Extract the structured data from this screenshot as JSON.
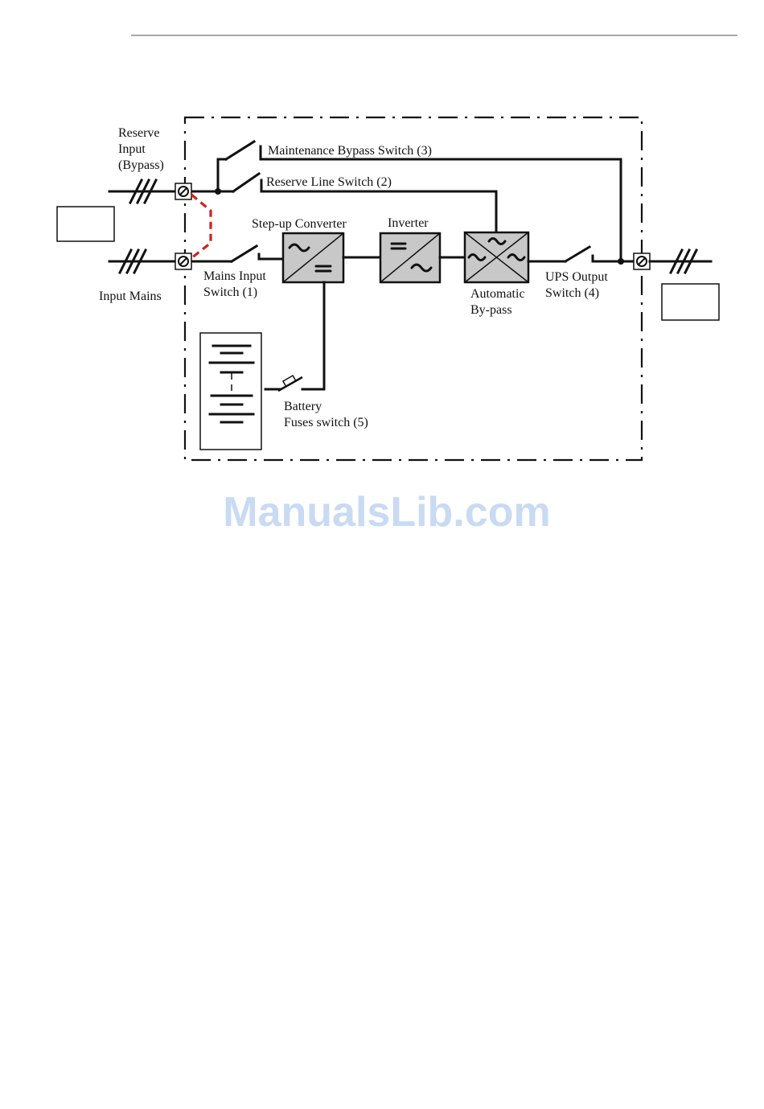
{
  "labels": {
    "reserve_input": [
      "Reserve",
      "Input",
      "(Bypass)"
    ],
    "input_mains": "Input Mains",
    "maintenance_bypass_switch": "Maintenance Bypass Switch (3)",
    "reserve_line_switch": "Reserve Line Switch (2)",
    "step_up_converter": "Step-up Converter",
    "inverter": "Inverter",
    "mains_input_switch": [
      "Mains Input",
      "Switch (1)"
    ],
    "automatic_bypass": [
      "Automatic",
      "By-pass"
    ],
    "ups_output_switch": [
      "UPS Output",
      "Switch (4)"
    ],
    "battery_fuses_switch": [
      "Battery",
      "Fuses switch (5)"
    ]
  },
  "watermark": "ManualsLib.com",
  "colors": {
    "line": "#111111",
    "block_fill": "#c8c8c8",
    "jumper": "#d42020",
    "watermark": "#c9daf3",
    "header_rule": "#888888"
  }
}
